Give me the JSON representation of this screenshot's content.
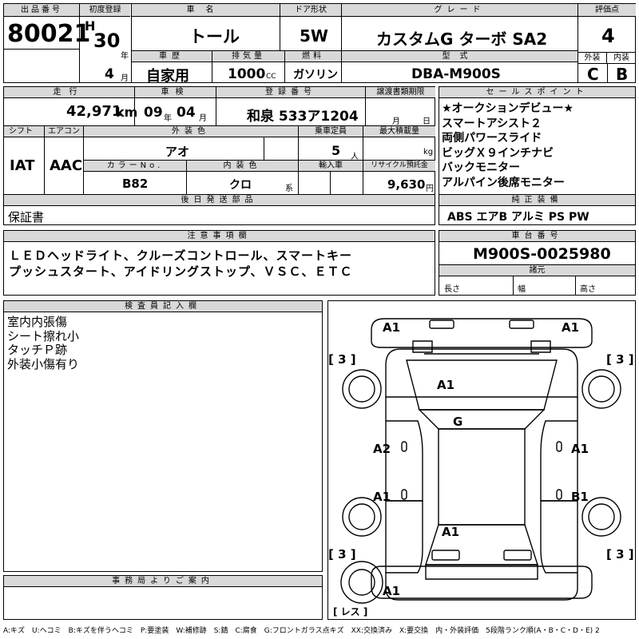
{
  "top": {
    "lot_no_h": "出品番号",
    "lot_no": "80021",
    "first_reg_h": "初度登録",
    "era": "H",
    "year": "30",
    "year_unit": "年",
    "month": "4",
    "month_unit": "月",
    "car_name_h": "車名",
    "car_name": "トール",
    "door_h": "ドア形状",
    "door": "5W",
    "grade_h": "グレード",
    "grade": "カスタムG ターボ SA2",
    "score_h": "評価点",
    "score": "4",
    "history_h": "車歴",
    "history": "自家用",
    "displacement_h": "排気量",
    "displacement": "1000",
    "displacement_unit": "CC",
    "fuel_h": "燃料",
    "fuel": "ガソリン",
    "model_h": "型式",
    "model": "DBA-M900S",
    "ext_h": "外装",
    "ext_grade": "C",
    "int_h": "内装",
    "int_grade": "B"
  },
  "mid": {
    "mileage_h": "走行",
    "mileage": "42,971",
    "mileage_unit": "km",
    "inspection_h": "車検",
    "insp_year": "09",
    "insp_year_unit": "年",
    "insp_month": "04",
    "insp_month_unit": "月",
    "reg_h": "登録番号",
    "reg_no": "和泉 533ア1204",
    "transfer_h": "譲渡書類期限",
    "transfer_m": "月",
    "transfer_d": "日",
    "shift_h": "シフト",
    "shift": "IAT",
    "ac_h": "エアコン",
    "ac": "AAC",
    "color_h": "外装色",
    "color": "アオ",
    "cap_h": "乗車定員",
    "cap": "5",
    "cap_unit": "人",
    "load_h": "最大積載量",
    "load_unit": "kg",
    "color_no_h": "カラーNo.",
    "color_no": "B82",
    "int_color_h": "内装色",
    "int_color": "クロ",
    "int_color_unit": "系",
    "import_h": "輸入車",
    "recycle_h": "リサイクル預託金",
    "recycle": "9,630",
    "recycle_unit": "円",
    "later_h": "後日発送部品",
    "later": "保証書"
  },
  "sales": {
    "h": "セールスポイント",
    "items": [
      "★オークションデビュー★",
      "スマートアシスト２",
      "両側パワースライド",
      "ビッグＸ９インチナビ",
      "バックモニター",
      "アルパイン後席モニター"
    ],
    "equip_h": "純正装備",
    "equip": "ABS エアB アルミ PS PW"
  },
  "notes": {
    "h": "注意事項欄",
    "line1": "ＬＥＤヘッドライト、クルーズコントロール、スマートキー",
    "line2": "プッシュスタート、アイドリングストップ、ＶＳＣ、ＥＴＣ"
  },
  "chassis": {
    "h": "車台番号",
    "no": "M900S-0025980",
    "spec_h": "諸元",
    "len": "長さ",
    "width": "幅",
    "height": "高さ"
  },
  "inspector": {
    "h": "検査員記入欄",
    "lines": [
      "室内内張傷",
      "シート擦れ小",
      "タッチＰ跡",
      "外装小傷有り"
    ]
  },
  "office": {
    "h": "事務局よりご案内"
  },
  "diagram": {
    "marks": {
      "front_l": "A1",
      "front_r": "A1",
      "tire_fl": "[ 3 ]",
      "tire_fr": "[ 3 ]",
      "tire_rl": "[ 3 ]",
      "tire_rr": "[ 3 ]",
      "hood": "A1",
      "windshield": "G",
      "fl_door": "A2",
      "fr_door": "A1",
      "rl_door": "A1",
      "rr_door": "B1",
      "roof_rear": "A1",
      "rear": "A1",
      "spare": "[ レス ]"
    }
  },
  "legend": "A:キズ　U:ヘコミ　B:キズを伴うヘコミ　P:要塗装　W:補修跡　S:錆　C:腐食　G:フロントガラス点キズ　XX:交換済み　X:要交換　内・外装評価　5段階ランク順(A・B・C・D・E) 2"
}
